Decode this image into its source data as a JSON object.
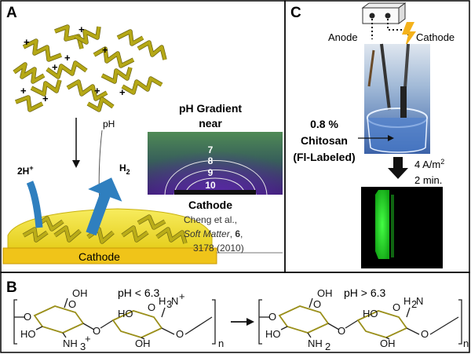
{
  "panels": {
    "a": {
      "letter": "A",
      "ph_label": "pH",
      "proton_label": "2H",
      "proton_charge": "+",
      "h2_label": "H",
      "h2_sub": "2",
      "cathode_label": "Cathode",
      "gradient_title_1": "pH Gradient",
      "gradient_title_2": "near",
      "gradient_title_3": "electrode",
      "contours": [
        "7",
        "8",
        "9",
        "10"
      ],
      "inset_cathode_label": "Cathode",
      "citation_1": "Cheng et al.,",
      "citation_2_italic": "Soft Matter",
      "citation_2_bold": "6",
      "citation_3": "3178 (2010)"
    },
    "b": {
      "letter": "B",
      "left_condition": "pH < 6.3",
      "right_condition": "pH > 6.3"
    },
    "c": {
      "letter": "C",
      "anode_label": "Anode",
      "cathode_label": "Cathode",
      "conc_label": "0.8 %",
      "chitosan_label": "Chitosan",
      "fl_label": "(Fl-Labeled)",
      "current_value": "4 A/m",
      "current_exp": "2",
      "time_label": "2 min."
    }
  },
  "colors": {
    "chain": "#b5a816",
    "gel": "#f2e23a",
    "electrode": "#f0c419",
    "arrow_blue": "#2f7fbf",
    "fluorescence": "#2fd42f"
  }
}
